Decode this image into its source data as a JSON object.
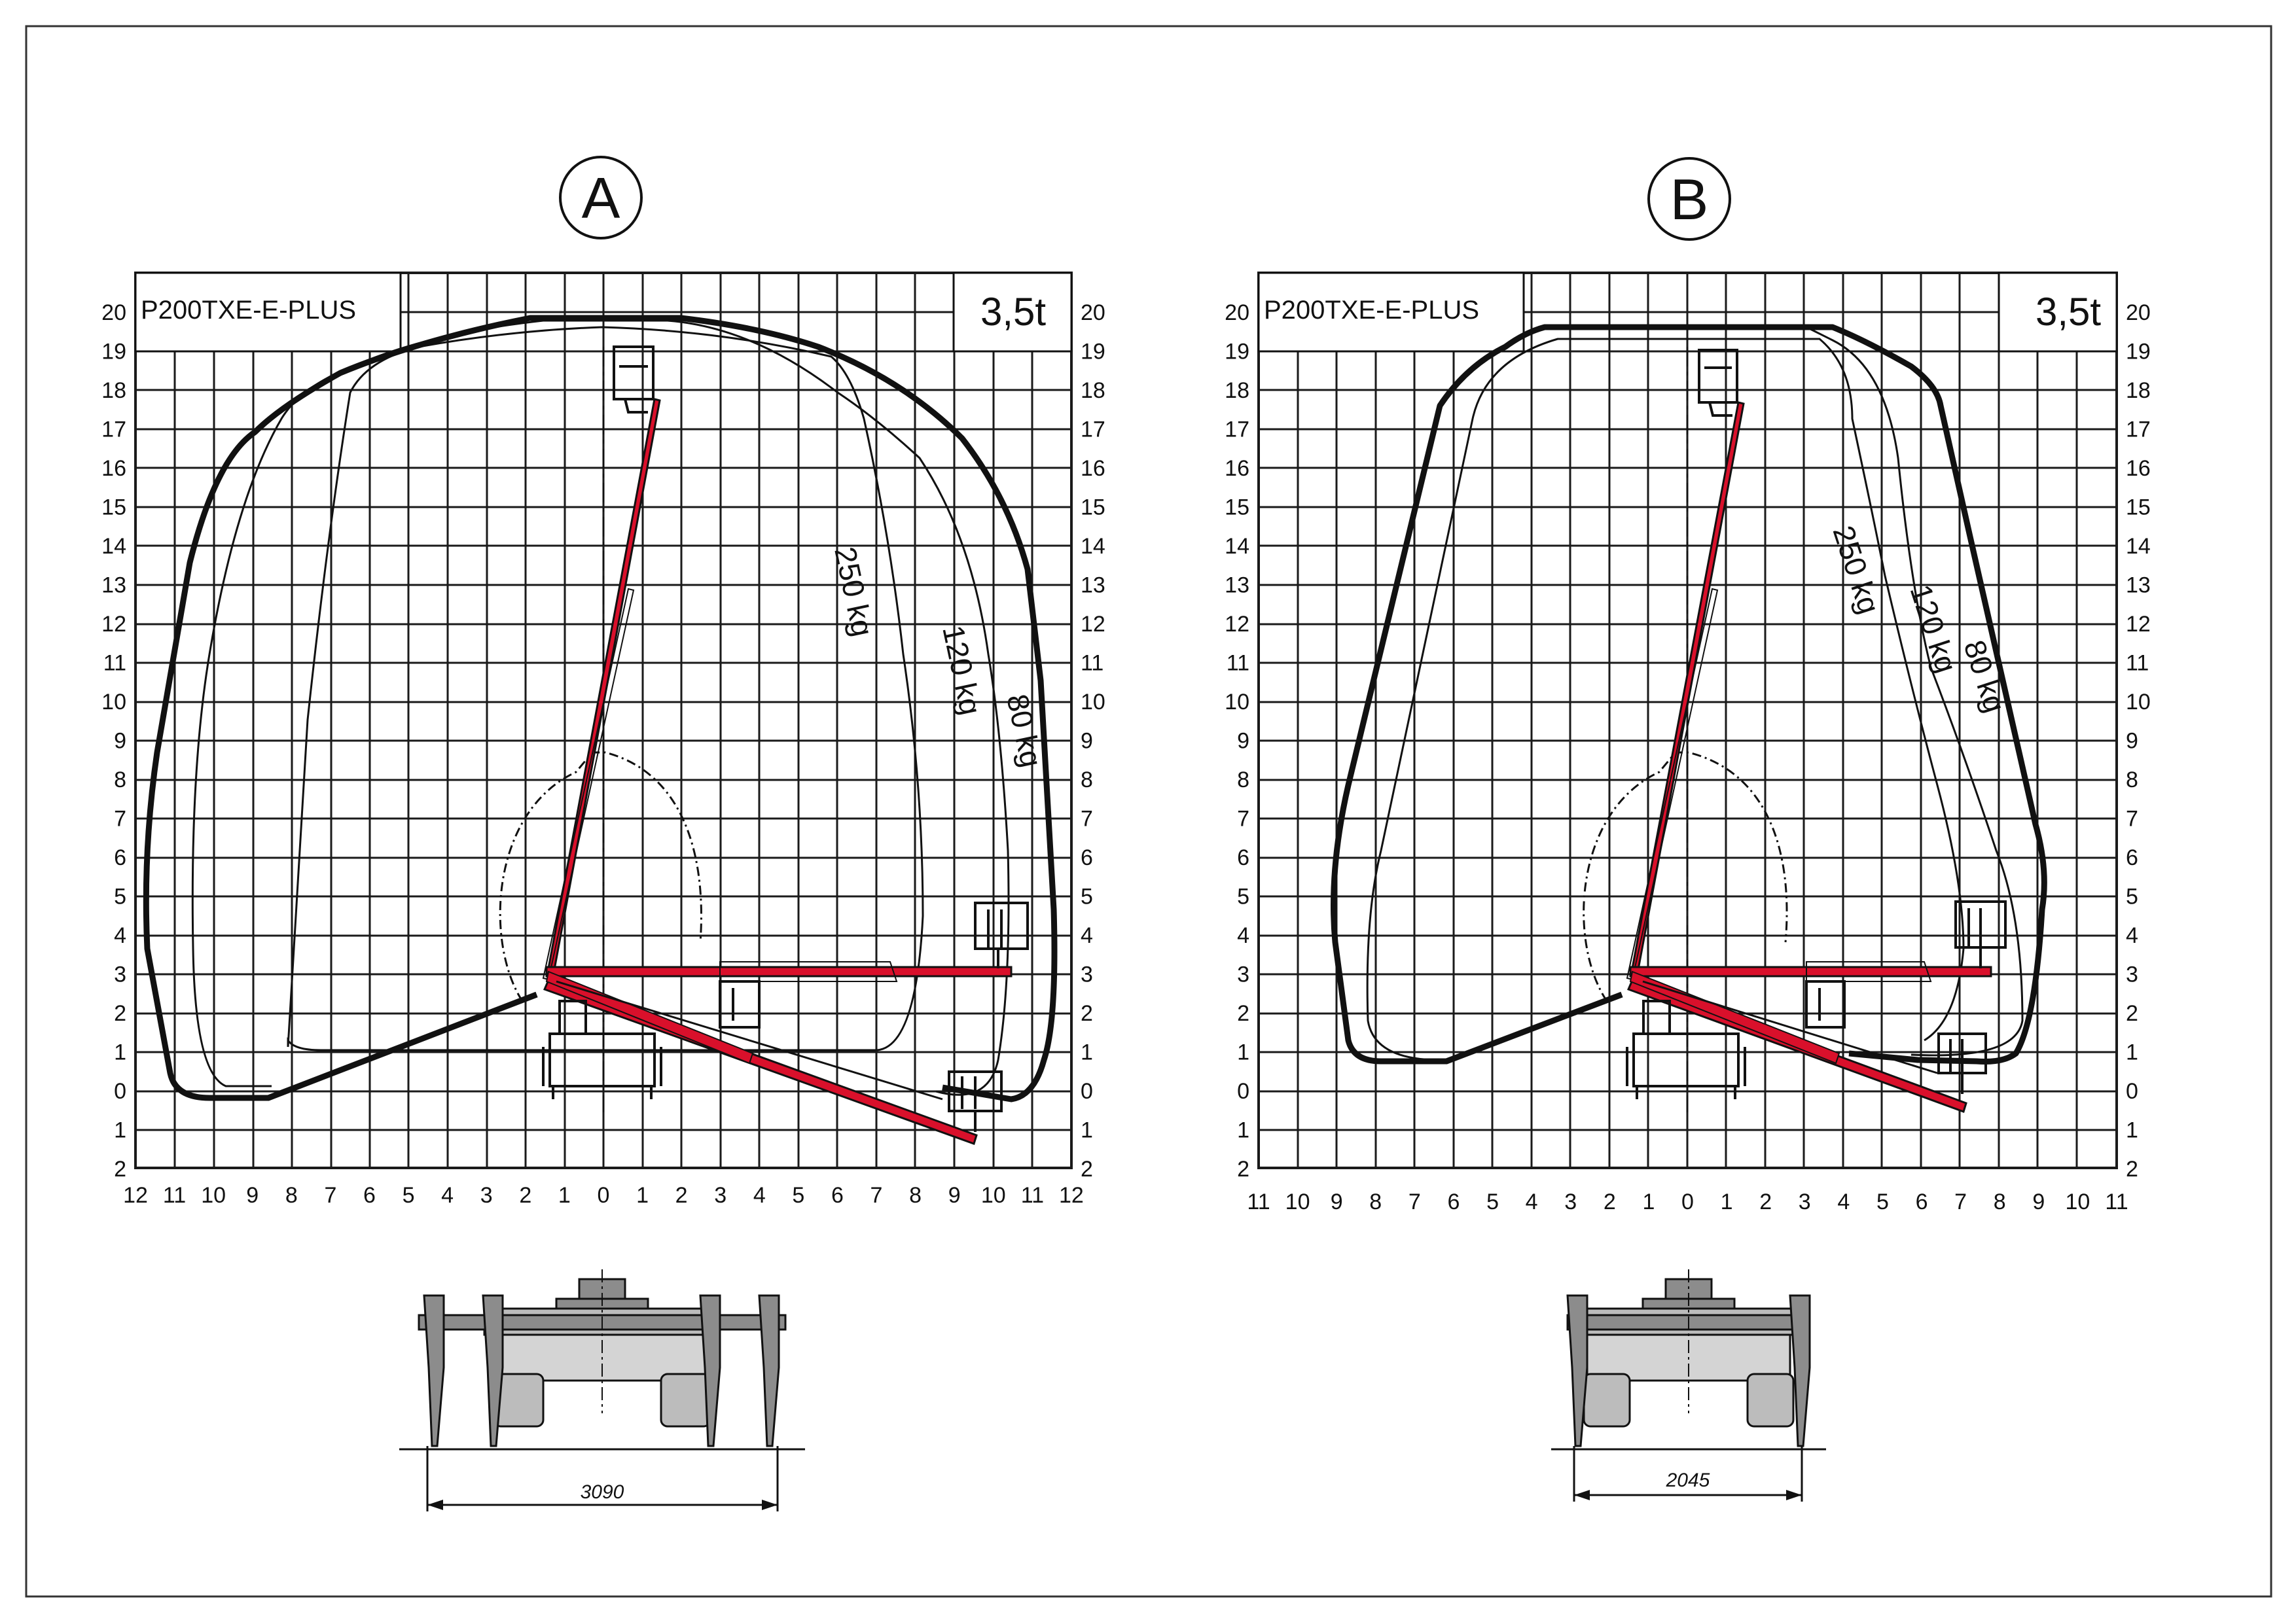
{
  "diagrams": [
    {
      "id": "A",
      "label": "A",
      "model": "P200TXE-E-PLUS",
      "vehicle_weight": "3,5t",
      "x_ticks": [
        "12",
        "11",
        "10",
        "9",
        "8",
        "7",
        "6",
        "5",
        "4",
        "3",
        "2",
        "1",
        "0",
        "1",
        "2",
        "3",
        "4",
        "5",
        "6",
        "7",
        "8",
        "9",
        "10",
        "11",
        "12"
      ],
      "y_ticks": [
        "20",
        "19",
        "18",
        "17",
        "16",
        "15",
        "14",
        "13",
        "12",
        "11",
        "10",
        "9",
        "8",
        "7",
        "6",
        "5",
        "4",
        "3",
        "2",
        "1",
        "0",
        "1",
        "2"
      ],
      "capacities": [
        "250 kg",
        "120 kg",
        "80 kg"
      ],
      "stabilizer_width": "3090"
    },
    {
      "id": "B",
      "label": "B",
      "model": "P200TXE-E-PLUS",
      "vehicle_weight": "3,5t",
      "x_ticks": [
        "11",
        "10",
        "9",
        "8",
        "7",
        "6",
        "5",
        "4",
        "3",
        "2",
        "1",
        "0",
        "1",
        "2",
        "3",
        "4",
        "5",
        "6",
        "7",
        "8",
        "9",
        "10",
        "11"
      ],
      "y_ticks": [
        "20",
        "19",
        "18",
        "17",
        "16",
        "15",
        "14",
        "13",
        "12",
        "11",
        "10",
        "9",
        "8",
        "7",
        "6",
        "5",
        "4",
        "3",
        "2",
        "1",
        "0",
        "1",
        "2"
      ],
      "capacities": [
        "250 kg",
        "120 kg",
        "80 kg"
      ],
      "stabilizer_width": "2045"
    }
  ],
  "colors": {
    "boom": "#d9102b",
    "line": "#111111",
    "grid": "#1a1a1a",
    "vehicle": "#8c8c8c"
  }
}
